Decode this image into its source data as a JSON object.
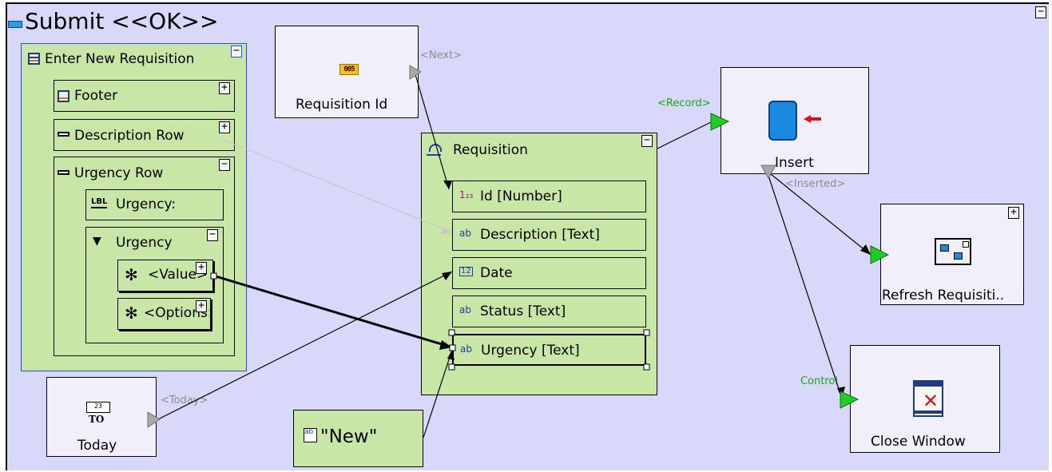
{
  "flow": {
    "title": "Submit <<OK>>",
    "collapse_symbol": "−",
    "expand_symbol": "+"
  },
  "form": {
    "title": "Enter New Requisition",
    "footer": "Footer",
    "description_row": "Description Row",
    "urgency_row": "Urgency Row",
    "urgency_label": "Urgency:",
    "urgency_dropdown": "Urgency",
    "value_item": "<Value>",
    "options_item": "<Options>"
  },
  "requisition_id": {
    "label": "Requisition Id",
    "port": "<Next>"
  },
  "requisition": {
    "title": "Requisition",
    "fields": [
      {
        "icon": "1₂₃",
        "label": "Id [Number]"
      },
      {
        "icon": "ab",
        "label": "Description [Text]"
      },
      {
        "icon": "12",
        "label": "Date"
      },
      {
        "icon": "ab",
        "label": "Status [Text]"
      },
      {
        "icon": "ab",
        "label": "Urgency [Text]"
      }
    ]
  },
  "insert": {
    "label": "Insert",
    "in_port": "<Record>",
    "out_port": "<Inserted>"
  },
  "refresh": {
    "label": "Refresh Requisiti.."
  },
  "close_window": {
    "label": "Close Window",
    "in_port": "Control"
  },
  "today": {
    "icon_text": "TO",
    "label": "Today",
    "port": "<Today>"
  },
  "constant": {
    "label": "\"New\""
  },
  "colors": {
    "canvas": "#d8d8fb",
    "green_box": "#c8e6a6",
    "lavender_box": "#f0effa",
    "port_green": "#22cc22",
    "port_gray": "#a8a8a8",
    "selection": "#2b4ce0"
  }
}
